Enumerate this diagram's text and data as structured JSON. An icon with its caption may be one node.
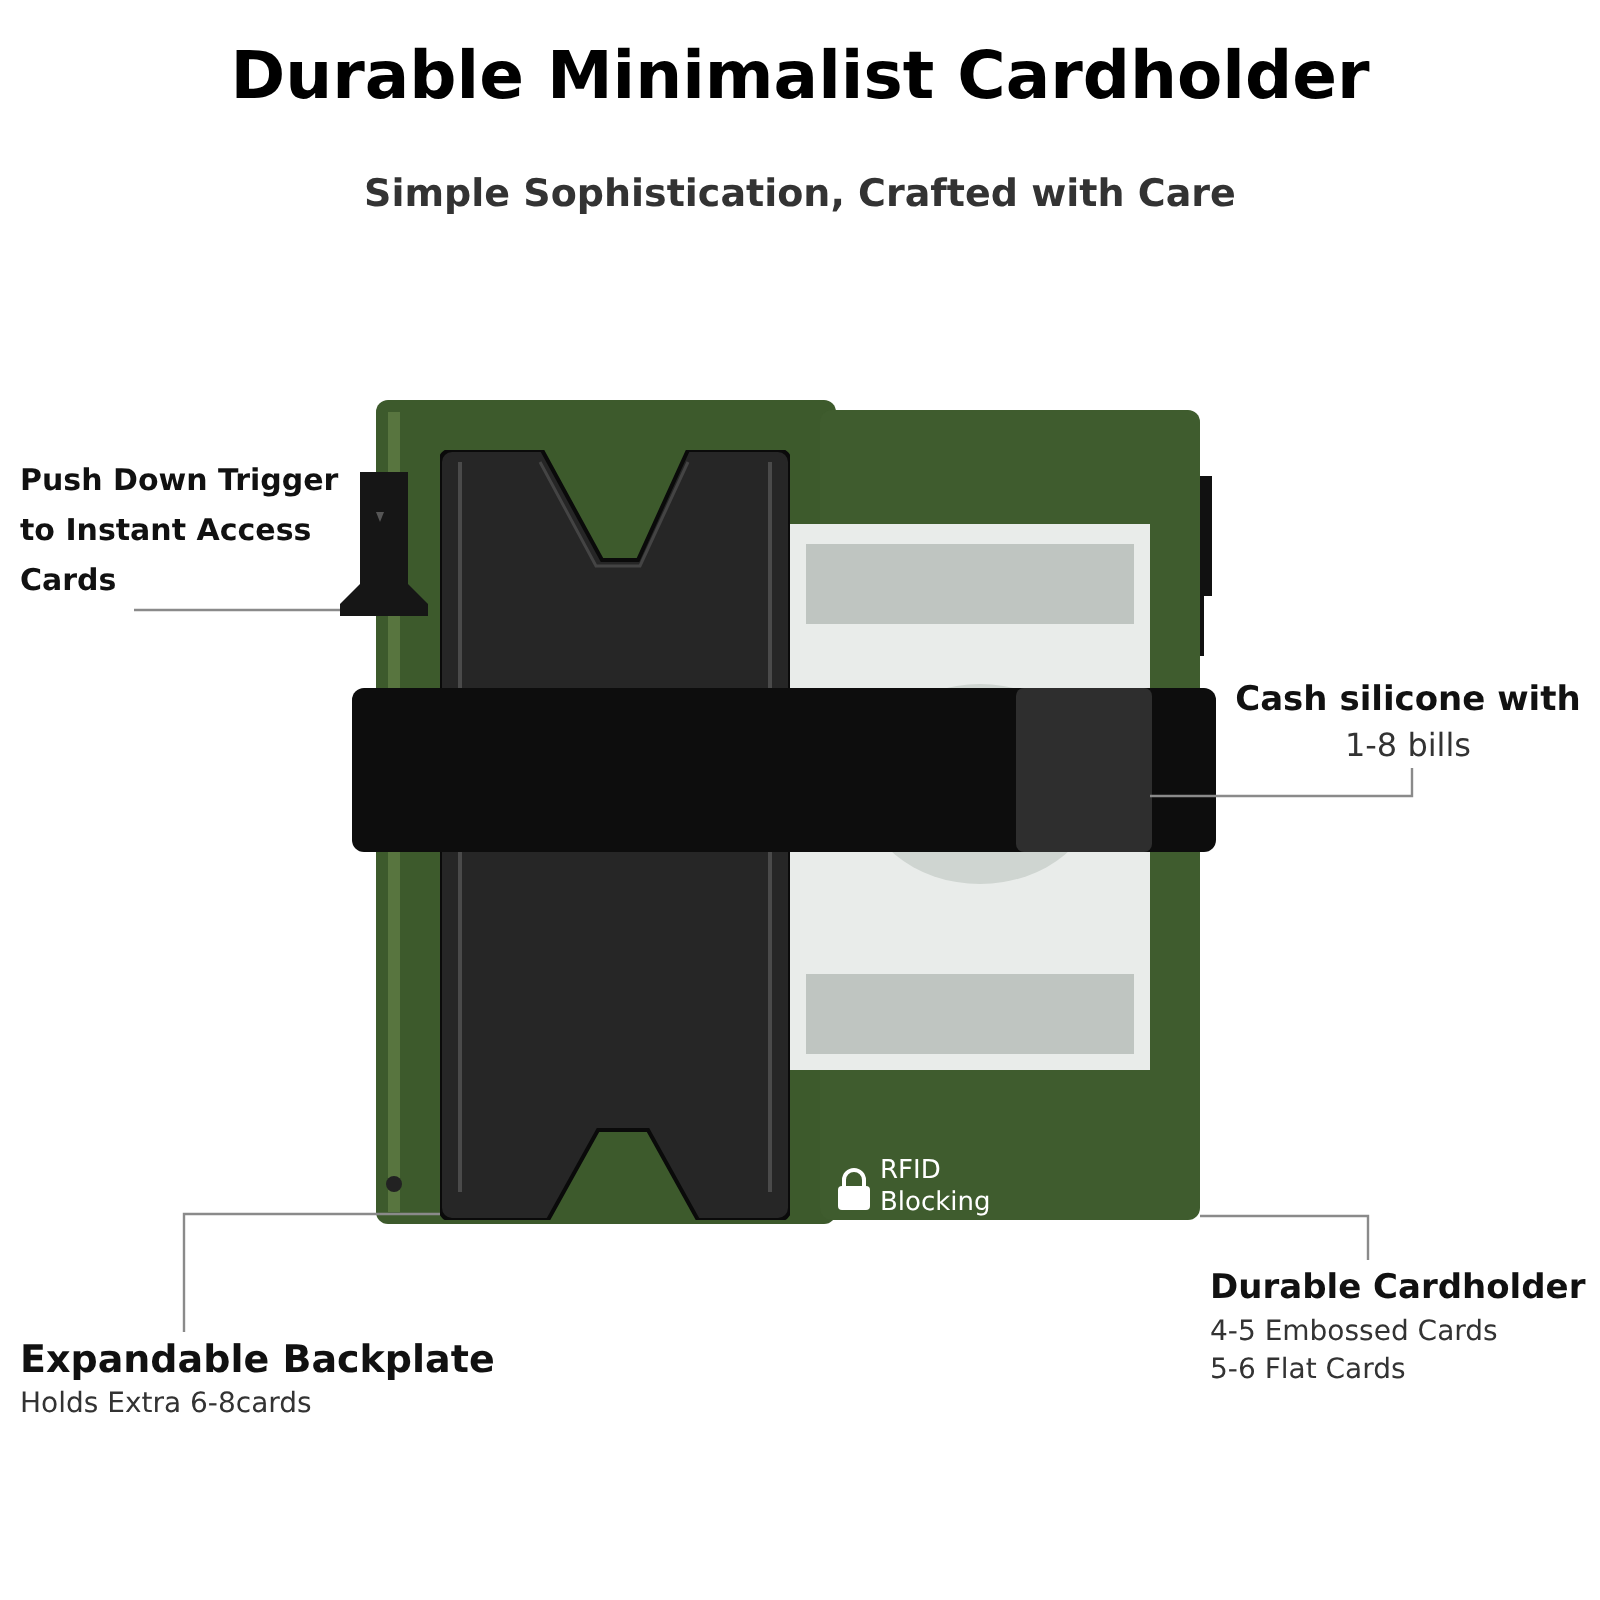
{
  "diagram": {
    "title": "Durable Minimalist Cardholder",
    "caption": "Simple Sophistication, Crafted with Care",
    "nodes": [
      {
        "text": [
          "Push Down Trigger to Instant Access Cards"
        ]
      },
      {
        "text": [],
        "shape": "picture"
      },
      {
        "text": [
          "Cash silicone with",
          "1-8 bills"
        ]
      },
      {
        "text": [],
        "shape": "picture"
      },
      {
        "text": [
          "Expandable Backplate",
          "Holds Extra 6-8cards"
        ]
      },
      {
        "text": [],
        "shape": "picture"
      },
      {
        "text": [
          "Durable Cardholder",
          "4-5 Embossed Cards",
          "5-6 Flat Cards"
        ]
      },
      {
        "text": [],
        "shape": "picture"
      }
    ],
    "edges": [
      {
        "from": 0,
        "to": 1,
        "arrow": "none"
      },
      {
        "from": 2,
        "to": 3,
        "arrow": "none"
      },
      {
        "from": 4,
        "to": 5,
        "arrow": "none"
      },
      {
        "from": 6,
        "to": 7,
        "arrow": "none"
      }
    ],
    "labels": [
      "RFID Blocking"
    ]
  }
}
